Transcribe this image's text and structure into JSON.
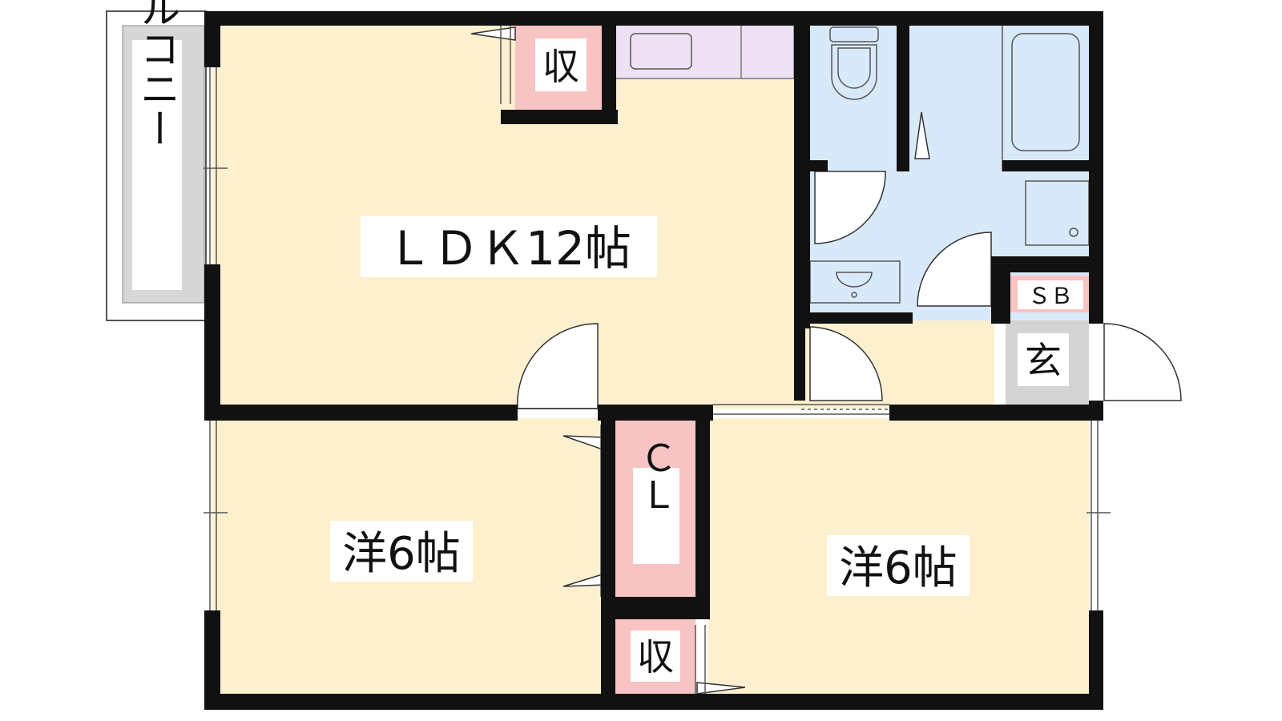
{
  "labels": {
    "balcony": "バルコニー",
    "ldk": "ＬＤＫ12帖",
    "storage_top": "収",
    "sb": "ＳＢ",
    "entrance": "玄",
    "closet": "ＣＬ",
    "room_left": "洋6帖",
    "room_right": "洋6帖",
    "storage_bottom": "収"
  },
  "colors": {
    "living_floor": "#fdf0cf",
    "wet_area": "#d8eaf9",
    "storage": "#f8c3c3",
    "kitchen": "#eee1f4",
    "entrance": "#d4d4d4",
    "balcony": "#d7d7d7",
    "wall": "#111111"
  }
}
